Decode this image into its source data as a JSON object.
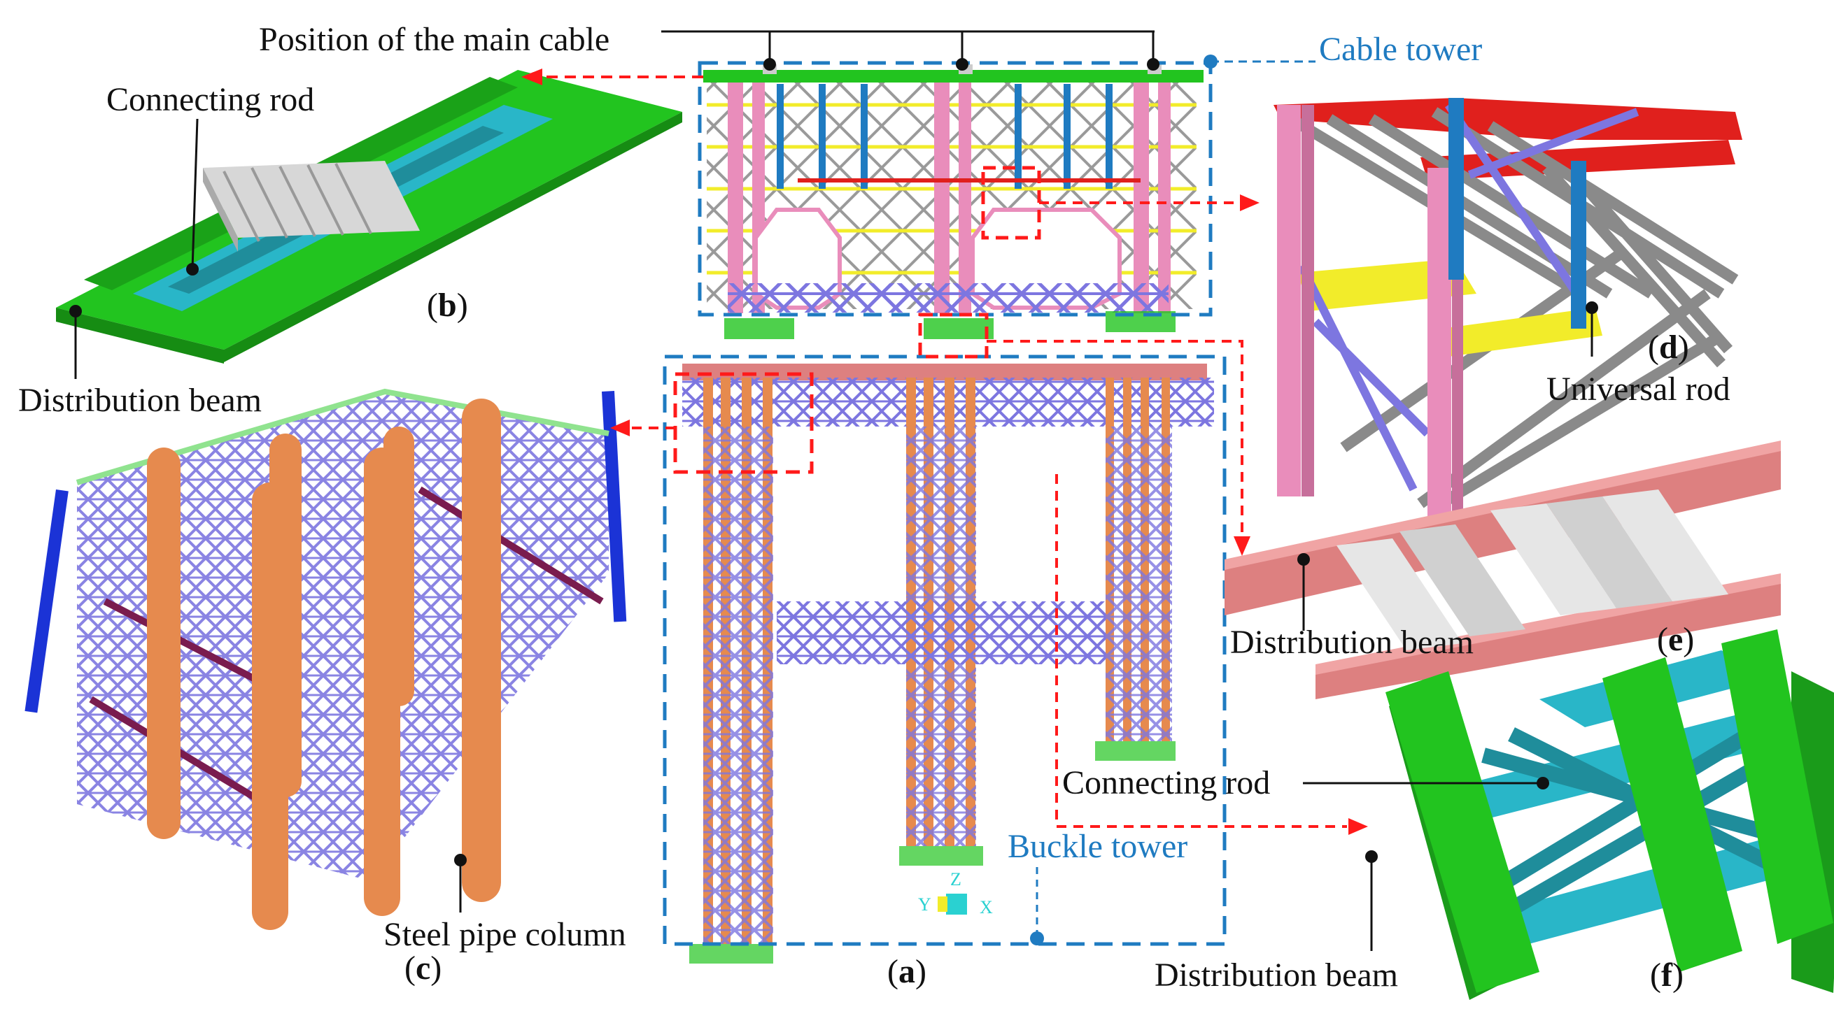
{
  "colors": {
    "green_beam": "#22c41f",
    "cyan_rod": "#29b6c8",
    "pink_column": "#e98dbb",
    "purple_brace": "#7d76e0",
    "dark_purple": "#7a1c4e",
    "blue_column": "#1b33d6",
    "red_beam": "#e0201d",
    "orange_pipe": "#e68a4e",
    "salmon_beam": "#dd8080",
    "yellow_brace": "#f2ec2a",
    "grey_rod": "#9a9a9a",
    "dashed_blue": "#1f7bc1",
    "dashed_red": "#ff1a1a"
  },
  "labels": {
    "main_cable": "Position of the main cable",
    "cable_tower": "Cable tower",
    "buckle_tower": "Buckle tower",
    "connecting_rod_b": "Connecting rod",
    "distribution_beam_b": "Distribution beam",
    "universal_rod": "Universal rod",
    "distribution_beam_e": "Distribution beam",
    "connecting_rod_f": "Connecting rod",
    "distribution_beam_f": "Distribution beam",
    "steel_pipe_column": "Steel pipe column"
  },
  "panels": {
    "a": {
      "open": "(",
      "letter": "a",
      "close": ")"
    },
    "b": {
      "open": "(",
      "letter": "b",
      "close": ")"
    },
    "c": {
      "open": "(",
      "letter": "c",
      "close": ")"
    },
    "d": {
      "open": "(",
      "letter": "d",
      "close": ")"
    },
    "e": {
      "open": "(",
      "letter": "e",
      "close": ")"
    },
    "f": {
      "open": "(",
      "letter": "f",
      "close": ")"
    }
  },
  "axes_triad": {
    "z": "Z",
    "y": "Y",
    "x": "X"
  }
}
